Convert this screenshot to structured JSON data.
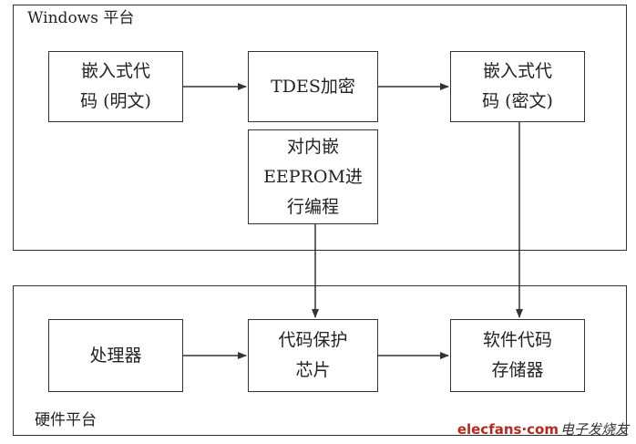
{
  "regions": {
    "windows_title": "Windows 平台",
    "hardware_title": "硬件平台"
  },
  "boxes": {
    "embedded_plain": "嵌入式代\n码 (明文)",
    "tdes": "TDES加密",
    "embedded_cipher": "嵌入式代\n码 (密文)",
    "eeprom": "对内嵌\nEEPROM进\n行编程",
    "processor": "处理器",
    "protect_chip": "代码保护\n芯片",
    "storage": "软件代码\n存储器"
  },
  "watermark": {
    "site": "elecfans·com",
    "cn": "电子发烧友"
  }
}
